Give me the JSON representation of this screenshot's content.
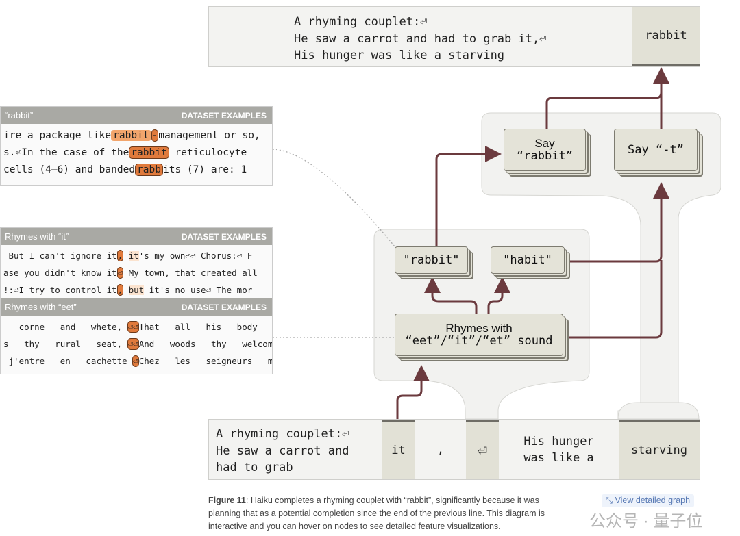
{
  "output_box": {
    "lines": [
      "A rhyming couplet:⏎",
      "He saw a carrot and had to grab it,⏎",
      "His hunger was like a starving"
    ],
    "token": "rabbit"
  },
  "panels": [
    {
      "title": "“rabbit”",
      "label": "DATASET EXAMPLES",
      "rows": [
        [
          "ire a package like",
          "rabbit",
          "-",
          "management or so,"
        ],
        [
          "s.⏎In the case of the",
          "rabbit",
          "",
          "reticulocyte"
        ],
        [
          "cells (4–6) and banded",
          "rabb",
          "",
          "its (7) are: 1"
        ]
      ]
    },
    {
      "title": "Rhymes with “it”",
      "label": "DATASET EXAMPLES",
      "rows": [
        [
          " But I can't ignore it",
          ",",
          "it",
          "'s my own⏎⏎ Chorus:⏎ F"
        ],
        [
          "ase you didn't know it",
          "⏎",
          "",
          "My town, that created all"
        ],
        [
          "!:⏎I try to control it",
          ",",
          "but",
          " it's no use⏎ The mor"
        ]
      ]
    },
    {
      "title": "Rhymes with “eet”",
      "label": "DATASET EXAMPLES",
      "rows": [
        [
          "   corne   and   whete, ",
          "⏎⏎",
          "",
          "That   all   his   body   wa"
        ],
        [
          "s   thy   rural   seat, ",
          "⏎⏎",
          "",
          "And   woods   thy   welcome"
        ],
        [
          " j'entre   en   cachette ",
          "⏎",
          "",
          "Chez   les   seigneurs   ma"
        ]
      ]
    }
  ],
  "nodes": {
    "say_rabbit": [
      "Say",
      "“rabbit”"
    ],
    "say_t": "Say “-t”",
    "rabbit": "\"rabbit\"",
    "habit": "\"habit\"",
    "rhymes": [
      "Rhymes with",
      "“eet”/“it”/“et” sound"
    ]
  },
  "input_box": {
    "prompt": [
      "A rhyming couplet:⏎",
      "He saw a carrot and",
      "had to grab"
    ],
    "tokens": [
      "it",
      ",",
      "⏎"
    ],
    "line2": [
      "His hunger",
      "was like a"
    ],
    "last": "starving"
  },
  "caption": {
    "label": "Figure 11",
    "text": ": Haiku completes a rhyming couplet with “rabbit”, significantly because it was planning that as a potential completion since the end of the previous line.  This diagram is interactive and you can hover on nodes to see detailed feature visualizations.",
    "link": "View detailed graph",
    "watermark": "公众号 · 量子位"
  },
  "colors": {
    "edge": "#6b3a3e",
    "node": "#e4e3d8",
    "highlight": "#e07a3c"
  }
}
